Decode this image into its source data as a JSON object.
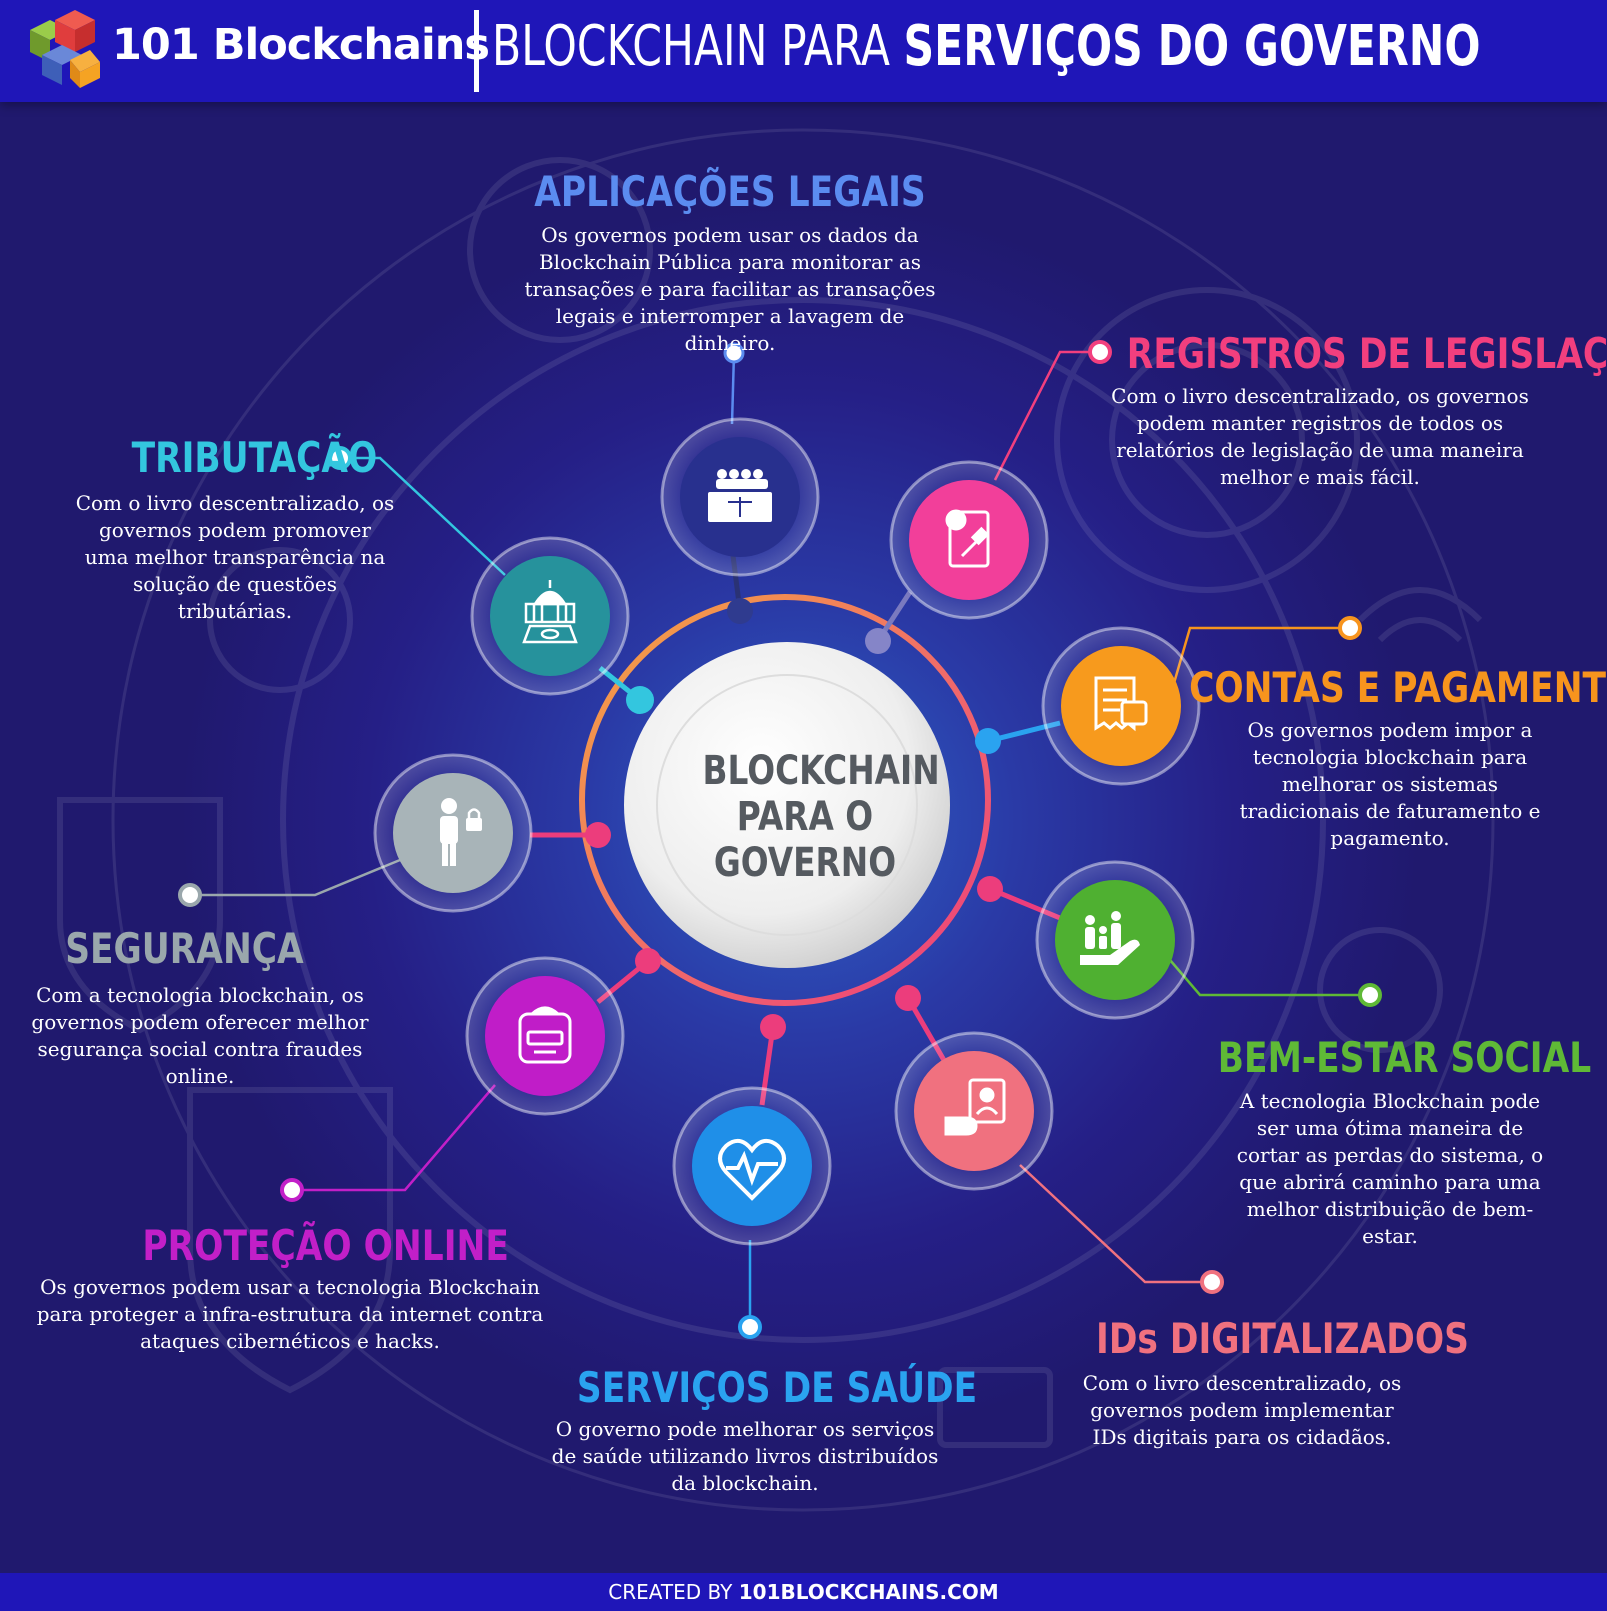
{
  "header": {
    "brand": "101 Blockchains",
    "title_light": "BLOCKCHAIN PARA ",
    "title_bold": "SERVIÇOS DO GOVERNO"
  },
  "center": {
    "line1": "BLOCKCHAIN",
    "line2": "PARA O",
    "line3": "GOVERNO"
  },
  "items": [
    {
      "heading": "APLICAÇÕES LEGAIS",
      "color": "#5b8cf0",
      "icon": "courtroom-icon",
      "text": "Os governos podem usar os dados da Blockchain Pública para monitorar as transações e para facilitar as transações legais e interromper a lavagem de dinheiro."
    },
    {
      "heading": "REGISTROS DE LEGISLAÇÃO",
      "color": "#f23f7e",
      "icon": "legal-document-icon",
      "text": "Com o livro descentralizado, os governos podem manter registros de todos os relatórios de legislação de uma maneira melhor e mais fácil."
    },
    {
      "heading": "CONTAS E PAGAMENTOS",
      "color": "#f7941d",
      "icon": "bill-wallet-icon",
      "text": "Os governos podem impor a tecnologia blockchain para melhorar os sistemas tradicionais de faturamento e pagamento."
    },
    {
      "heading": "BEM-ESTAR SOCIAL",
      "color": "#5fb936",
      "icon": "family-hand-icon",
      "text": "A tecnologia Blockchain pode ser uma ótima maneira de cortar as perdas do sistema, o que abrirá caminho para uma melhor distribuição de bem-estar."
    },
    {
      "heading": "IDs DIGITALIZADOS",
      "color": "#f0717f",
      "icon": "id-card-icon",
      "text": "Com o livro descentralizado, os governos podem implementar IDs digitais para os cidadãos."
    },
    {
      "heading": "SERVIÇOS DE SAÚDE",
      "color": "#2aa3f0",
      "icon": "heartbeat-icon",
      "text": "O governo pode melhorar os serviços de saúde utilizando livros distribuídos da blockchain."
    },
    {
      "heading": "PROTEÇÃO ONLINE",
      "color": "#c21fc8",
      "icon": "police-robot-icon",
      "text": "Os governos podem usar a tecnologia Blockchain para proteger a infra-estrutura da internet contra ataques cibernéticos e hacks."
    },
    {
      "heading": "SEGURANÇA",
      "color": "#9aa7ac",
      "icon": "person-lock-icon",
      "text": "Com a tecnologia blockchain, os governos podem oferecer melhor segurança social contra fraudes online."
    },
    {
      "heading": "TRIBUTAÇÃO",
      "color": "#33c6df",
      "icon": "capitol-building-icon",
      "text": "Com o livro descentralizado, os governos podem promover uma melhor transparência na solução de questões tributárias."
    }
  ],
  "footer": {
    "prefix": "CREATED BY ",
    "site": "101BLOCKCHAINS.COM"
  }
}
